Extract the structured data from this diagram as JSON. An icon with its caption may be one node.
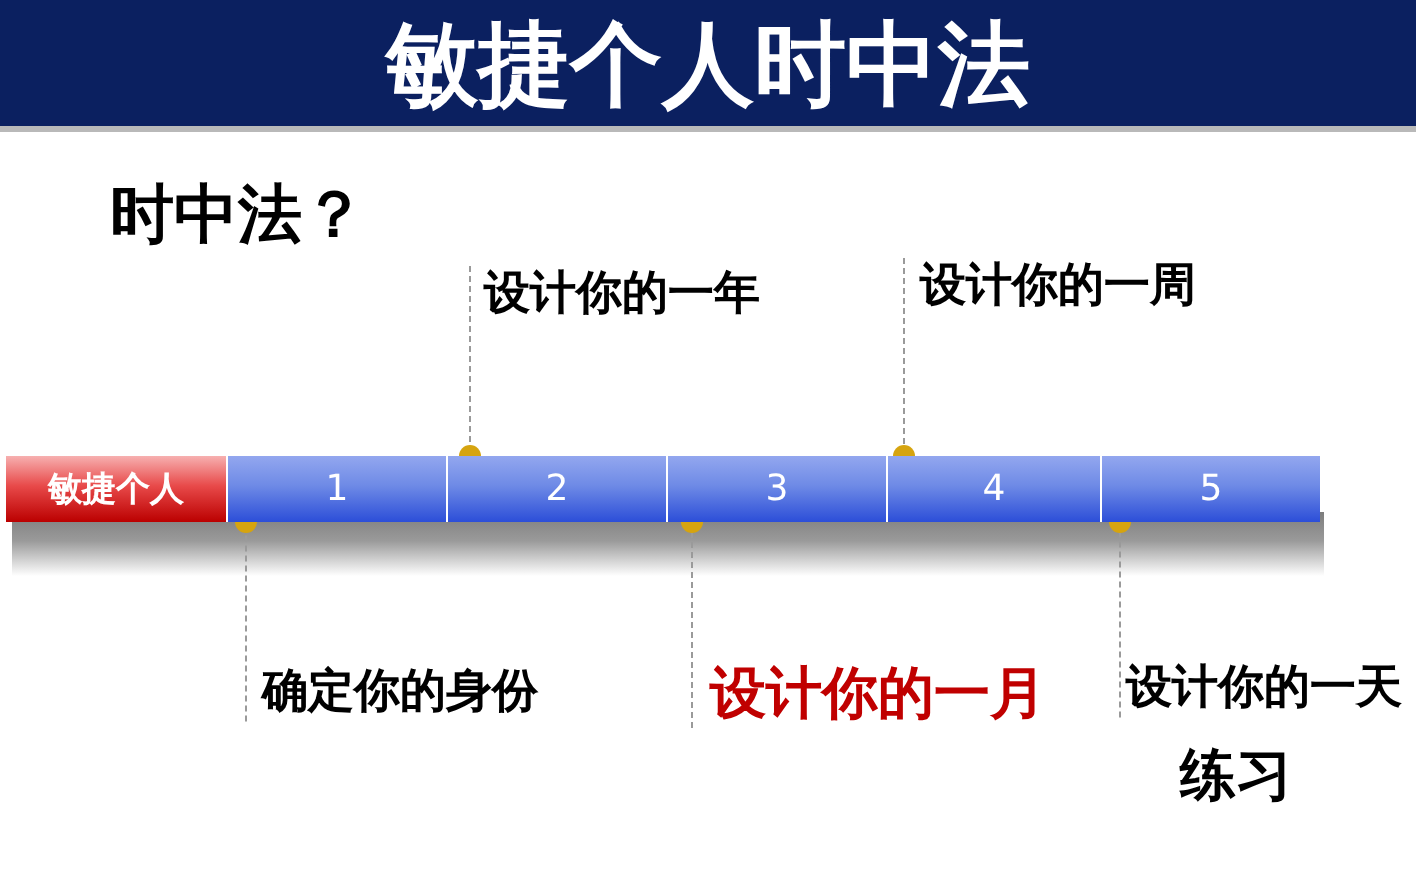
{
  "diagram": {
    "title": "敏捷个人时中法",
    "nodes": [
      {
        "text": [
          "设计你的一年"
        ]
      },
      {
        "text": [
          "设计你的一周"
        ]
      },
      {
        "text": [
          "敏捷个人"
        ]
      },
      {
        "text": [
          "1"
        ]
      },
      {
        "text": [
          "2"
        ]
      },
      {
        "text": [
          "3"
        ]
      },
      {
        "text": [
          "4"
        ]
      },
      {
        "text": [
          "5"
        ]
      },
      {
        "text": [
          "确定你的身份"
        ]
      },
      {
        "text": [
          "设计你的一月"
        ]
      },
      {
        "text": [
          "设计你的一天"
        ]
      }
    ],
    "edges": [
      {
        "from": 0,
        "to": 4,
        "arrow": "other",
        "style": "dashed"
      },
      {
        "from": 1,
        "to": 6,
        "arrow": "other",
        "style": "dashed"
      },
      {
        "from": 8,
        "to": 3,
        "arrow": "other",
        "style": "dashed"
      },
      {
        "from": 9,
        "to": 5,
        "arrow": "other",
        "style": "dashed"
      },
      {
        "from": 10,
        "to": 7,
        "arrow": "other",
        "style": "dashed"
      }
    ],
    "labels": [
      "时中法？",
      "练习"
    ]
  }
}
